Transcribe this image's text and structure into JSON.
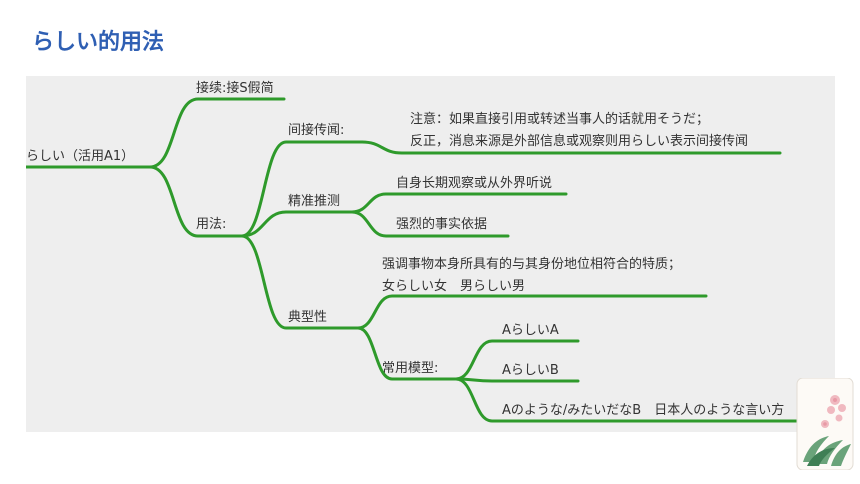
{
  "slide": {
    "title": "らしい的用法"
  },
  "mindmap": {
    "root": "らしい（活用A1）",
    "branch_connect": "接续:接S假简",
    "branch_usage": "用法:",
    "hearsay": {
      "label": "间接传闻:",
      "note_1": "注意：如果直接引用或转述当事人的话就用そうだ；",
      "note_2": "反正，消息来源是外部信息或观察则用らしい表示间接传闻"
    },
    "inference": {
      "label": "精准推测",
      "item_1": "自身长期观察或从外界听说",
      "item_2": "强烈的事实依据"
    },
    "typical": {
      "label": "典型性",
      "desc_1": "强调事物本身所具有的与其身份地位相符合的特质；",
      "desc_2": "女らしい女　男らしい男",
      "patterns_label": "常用模型:",
      "pattern_1": "AらしいA",
      "pattern_2": "AらしいB",
      "pattern_3": "Aのような/みたいだなB　日本人のような言い方"
    }
  },
  "colors": {
    "title": "#2f5fb3",
    "line": "#2e9a2b",
    "canvas_bg": "#eeeeee",
    "text": "#333333"
  },
  "icons": {
    "decoration": "flower-bouquet-icon"
  }
}
